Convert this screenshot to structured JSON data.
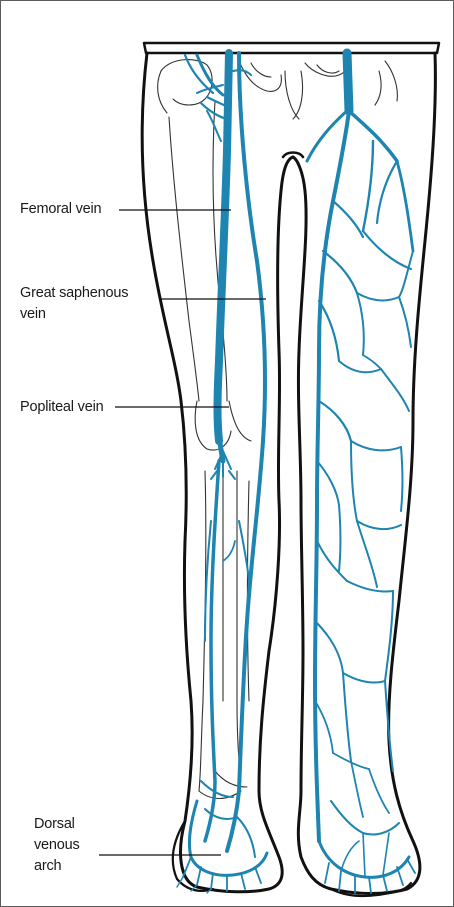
{
  "figure": {
    "vein_color": "#1e84b0",
    "outline_color": "#111111",
    "bone_color": "#333333",
    "labels": {
      "femoral_vein": [
        "Femoral vein"
      ],
      "great_saphenous_vein": [
        "Great saphenous",
        "vein"
      ],
      "popliteal_vein": [
        "Popliteal vein"
      ],
      "dorsal_venous_arch": [
        "Dorsal",
        "venous",
        "arch"
      ]
    }
  }
}
